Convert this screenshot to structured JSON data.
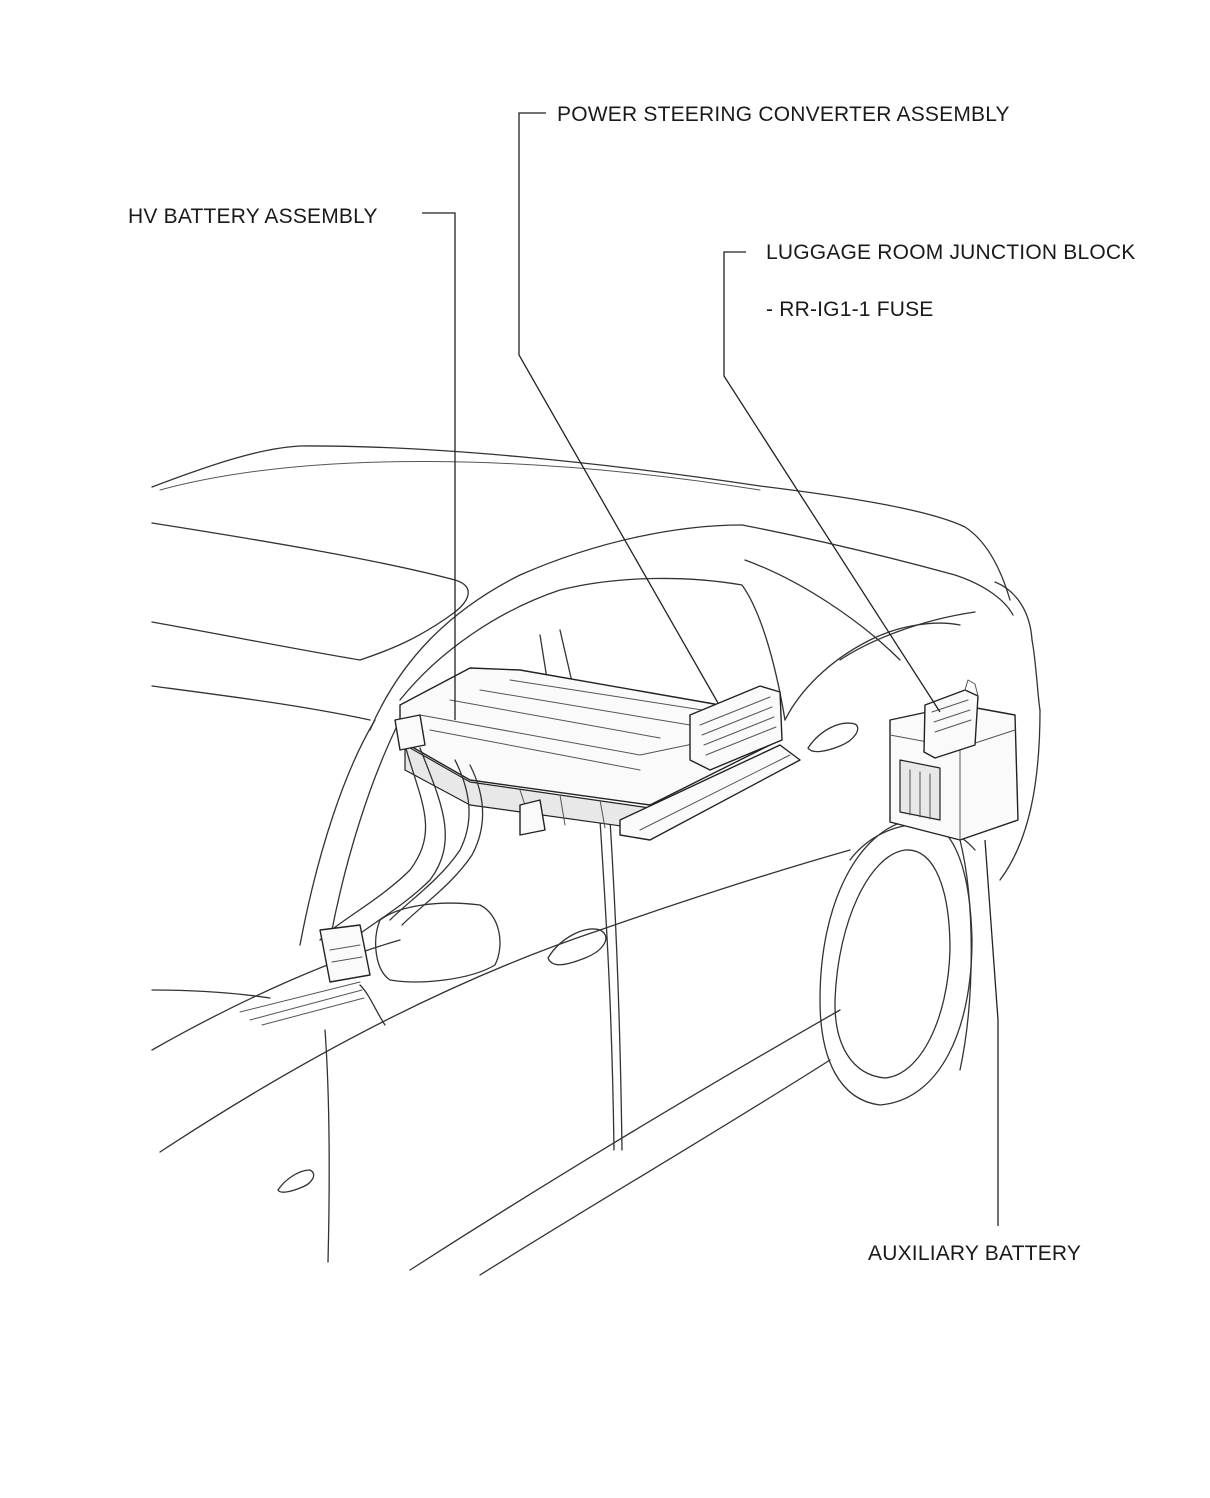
{
  "diagram": {
    "callouts": {
      "hv_battery": "HV BATTERY ASSEMBLY",
      "power_steering_converter": "POWER STEERING CONVERTER ASSEMBLY",
      "luggage_room_junction_block": "LUGGAGE ROOM JUNCTION BLOCK",
      "fuse": "- RR-IG1-1 FUSE",
      "auxiliary_battery": "AUXILIARY BATTERY"
    }
  }
}
